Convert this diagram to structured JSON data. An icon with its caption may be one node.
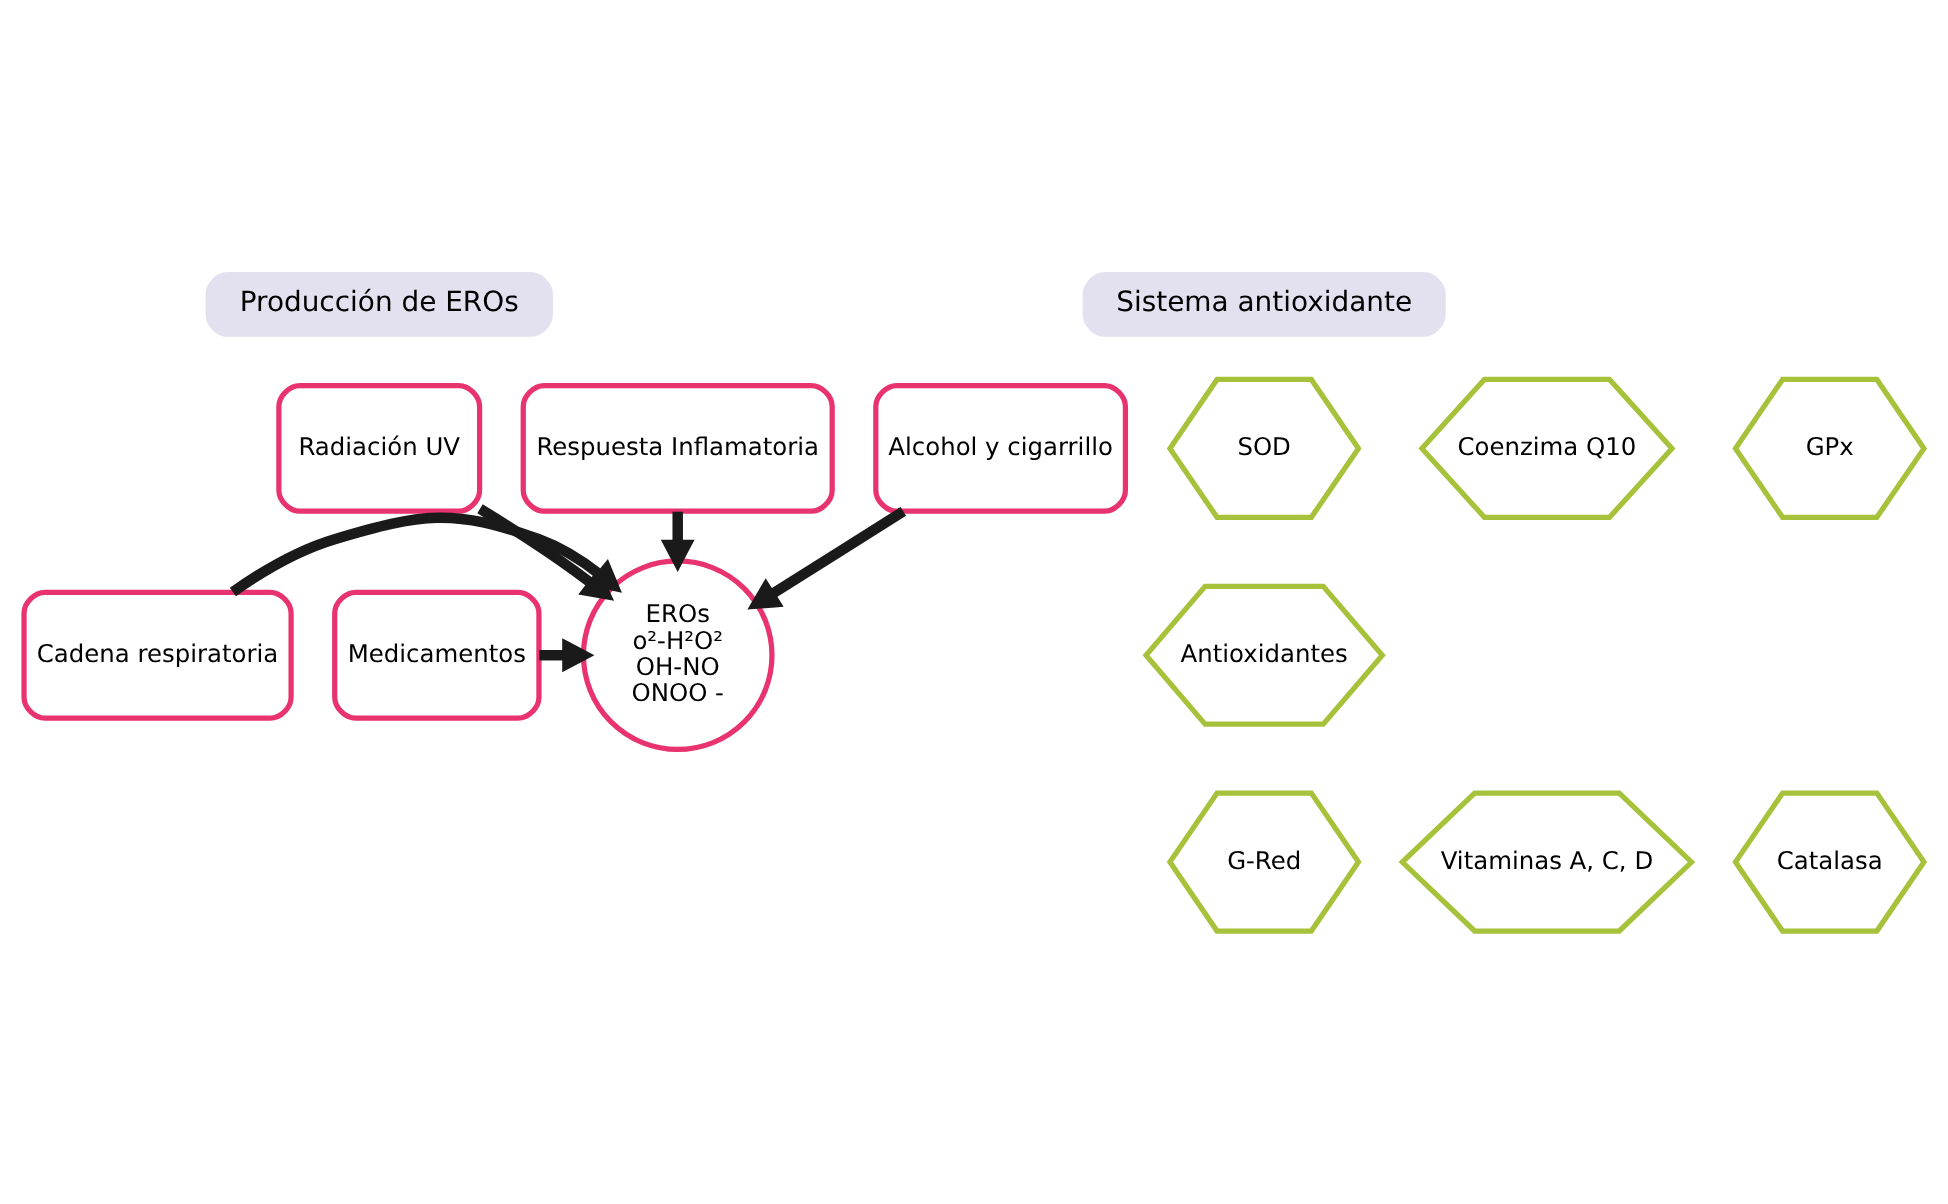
{
  "diagram": {
    "nodes": [
      {
        "text": [
          "Producción de EROs"
        ]
      },
      {
        "text": [
          "Sistema antioxidante"
        ]
      },
      {
        "text": [
          "Radiación UV"
        ]
      },
      {
        "text": [
          "SOD"
        ]
      },
      {
        "text": [
          "Coenzima Q10"
        ]
      },
      {
        "text": [
          "GPx"
        ]
      },
      {
        "text": [
          "Respuesta Inflamatoria"
        ]
      },
      {
        "text": [
          "Alcohol y cigarrillo"
        ]
      },
      {
        "text": [
          "Antioxidantes"
        ]
      },
      {
        "text": [
          "Vitaminas A, C, D"
        ]
      },
      {
        "text": [
          "Catalasa"
        ]
      },
      {
        "text": [
          "Cadena respiratoria"
        ]
      },
      {
        "text": [
          "EROs",
          "o²-H²O²",
          "OH-NO",
          "ONOO -"
        ]
      },
      {
        "text": [
          "Medicamentos"
        ]
      },
      {
        "text": [
          "G-Red"
        ]
      }
    ],
    "edges": [
      {
        "from": 2,
        "to": 12,
        "arrow": "to"
      },
      {
        "from": 6,
        "to": 12,
        "arrow": "to"
      },
      {
        "from": 7,
        "to": 12,
        "arrow": "to"
      },
      {
        "from": 11,
        "to": 12,
        "arrow": "to"
      },
      {
        "from": 13,
        "to": 12,
        "arrow": "to"
      }
    ]
  }
}
